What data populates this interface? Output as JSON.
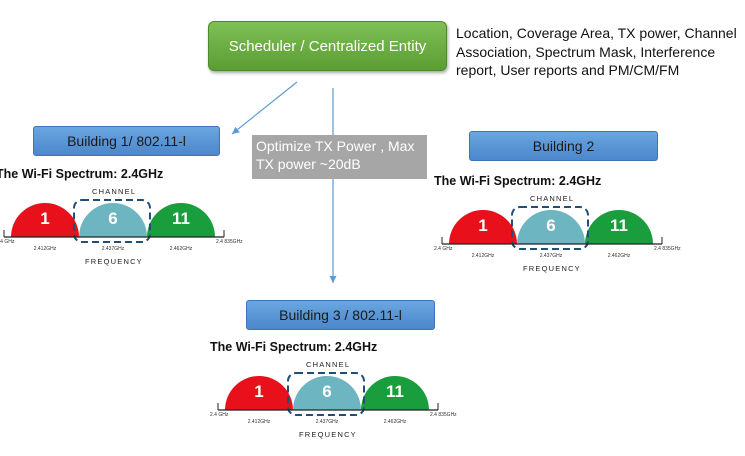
{
  "scheduler": {
    "label": "Scheduler / Centralized Entity"
  },
  "info_note": {
    "lines": [
      "Location, Coverage Area, TX power, Channel",
      "Association, Spectrum Mask, Interference",
      "report, User reports and PM/CM/FM"
    ]
  },
  "optimize_note": {
    "lines": [
      "Optimize TX Power , Max",
      "TX power ~20dB"
    ]
  },
  "buildings": [
    {
      "label": "Building 1/ 802.11-l"
    },
    {
      "label": "Building 2"
    },
    {
      "label": "Building 3 / 802.11-l"
    }
  ],
  "spectrum": {
    "title": "The Wi-Fi Spectrum: 2.4GHz",
    "channel_caption": "CHANNEL",
    "frequency_caption": "FREQUENCY",
    "channels": [
      {
        "number": "1",
        "color": "#e8101a"
      },
      {
        "number": "6",
        "color": "#6db5c0"
      },
      {
        "number": "11",
        "color": "#1a9d3c"
      }
    ],
    "freq_labels": [
      "2.4 GHz",
      "2.412GHz",
      "2.437GHz",
      "2.462GHz",
      "2.4 835GHz"
    ]
  },
  "colors": {
    "arrow": "#5b9bd5",
    "highlight_dash": "#1f4e79"
  }
}
